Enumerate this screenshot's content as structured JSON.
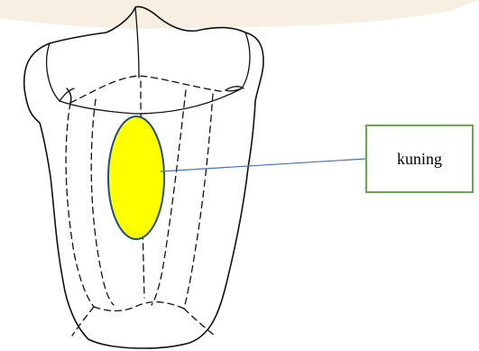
{
  "diagram": {
    "label": "kuning",
    "colors": {
      "region_fill": "#ffff00",
      "region_stroke": "#1f4e79",
      "leader_line": "#4472c4",
      "box_border": "#6aa84f",
      "watermark": "#f4ead8",
      "outline": "#111111"
    },
    "icons": {
      "outline": "tongue-outline",
      "highlight": "yellow-region"
    }
  }
}
